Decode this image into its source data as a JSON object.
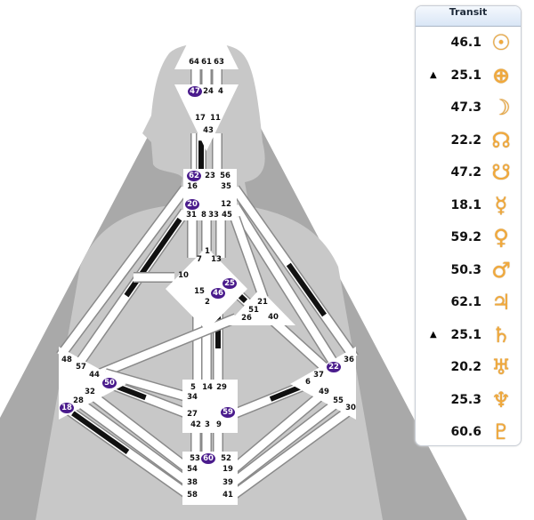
{
  "colors": {
    "active_gate": "#4a1b8c",
    "glyph": "#f2a93b",
    "defined_channel": "#111111"
  },
  "gates": {
    "64": {
      "label": "64",
      "active": false
    },
    "61": {
      "label": "61",
      "active": false
    },
    "63": {
      "label": "63",
      "active": false
    },
    "47": {
      "label": "47",
      "active": true
    },
    "24": {
      "label": "24",
      "active": false
    },
    "4": {
      "label": "4",
      "active": false
    },
    "17": {
      "label": "17",
      "active": false
    },
    "11": {
      "label": "11",
      "active": false
    },
    "43": {
      "label": "43",
      "active": false
    },
    "62": {
      "label": "62",
      "active": true
    },
    "23": {
      "label": "23",
      "active": false
    },
    "56": {
      "label": "56",
      "active": false
    },
    "16": {
      "label": "16",
      "active": false
    },
    "35": {
      "label": "35",
      "active": false
    },
    "20": {
      "label": "20",
      "active": true
    },
    "12": {
      "label": "12",
      "active": false
    },
    "31": {
      "label": "31",
      "active": false
    },
    "8": {
      "label": "8",
      "active": false
    },
    "33": {
      "label": "33",
      "active": false
    },
    "45": {
      "label": "45",
      "active": false
    },
    "1": {
      "label": "1",
      "active": false
    },
    "7": {
      "label": "7",
      "active": false
    },
    "13": {
      "label": "13",
      "active": false
    },
    "10": {
      "label": "10",
      "active": false
    },
    "15": {
      "label": "15",
      "active": false
    },
    "25": {
      "label": "25",
      "active": true
    },
    "46": {
      "label": "46",
      "active": true
    },
    "2": {
      "label": "2",
      "active": false
    },
    "21": {
      "label": "21",
      "active": false
    },
    "51": {
      "label": "51",
      "active": false
    },
    "26": {
      "label": "26",
      "active": false
    },
    "40": {
      "label": "40",
      "active": false
    },
    "48": {
      "label": "48",
      "active": false
    },
    "57": {
      "label": "57",
      "active": false
    },
    "44": {
      "label": "44",
      "active": false
    },
    "50": {
      "label": "50",
      "active": true
    },
    "32": {
      "label": "32",
      "active": false
    },
    "28": {
      "label": "28",
      "active": false
    },
    "18": {
      "label": "18",
      "active": true
    },
    "36": {
      "label": "36",
      "active": false
    },
    "22": {
      "label": "22",
      "active": true
    },
    "37": {
      "label": "37",
      "active": false
    },
    "6": {
      "label": "6",
      "active": false
    },
    "49": {
      "label": "49",
      "active": false
    },
    "55": {
      "label": "55",
      "active": false
    },
    "30": {
      "label": "30",
      "active": false
    },
    "5": {
      "label": "5",
      "active": false
    },
    "14": {
      "label": "14",
      "active": false
    },
    "29": {
      "label": "29",
      "active": false
    },
    "34": {
      "label": "34",
      "active": false
    },
    "27": {
      "label": "27",
      "active": false
    },
    "59": {
      "label": "59",
      "active": true
    },
    "42": {
      "label": "42",
      "active": false
    },
    "3": {
      "label": "3",
      "active": false
    },
    "9": {
      "label": "9",
      "active": false
    },
    "53": {
      "label": "53",
      "active": false
    },
    "60": {
      "label": "60",
      "active": true
    },
    "52": {
      "label": "52",
      "active": false
    },
    "54": {
      "label": "54",
      "active": false
    },
    "19": {
      "label": "19",
      "active": false
    },
    "38": {
      "label": "38",
      "active": false
    },
    "39": {
      "label": "39",
      "active": false
    },
    "58": {
      "label": "58",
      "active": false
    },
    "41": {
      "label": "41",
      "active": false
    }
  },
  "transit": {
    "title": "Transit",
    "rows": [
      {
        "mark": "",
        "value": "46.1",
        "planet": "sun-icon",
        "glyph": "☉"
      },
      {
        "mark": "▲",
        "value": "25.1",
        "planet": "earth-icon",
        "glyph": "⊕"
      },
      {
        "mark": "",
        "value": "47.3",
        "planet": "moon-icon",
        "glyph": "☽"
      },
      {
        "mark": "",
        "value": "22.2",
        "planet": "north-node-icon",
        "glyph": "☊"
      },
      {
        "mark": "",
        "value": "47.2",
        "planet": "south-node-icon",
        "glyph": "☋"
      },
      {
        "mark": "",
        "value": "18.1",
        "planet": "mercury-icon",
        "glyph": "☿"
      },
      {
        "mark": "",
        "value": "59.2",
        "planet": "venus-icon",
        "glyph": "♀"
      },
      {
        "mark": "",
        "value": "50.3",
        "planet": "mars-icon",
        "glyph": "♂"
      },
      {
        "mark": "",
        "value": "62.1",
        "planet": "jupiter-icon",
        "glyph": "♃"
      },
      {
        "mark": "▲",
        "value": "25.1",
        "planet": "saturn-icon",
        "glyph": "♄"
      },
      {
        "mark": "",
        "value": "20.2",
        "planet": "uranus-icon",
        "glyph": "♅"
      },
      {
        "mark": "",
        "value": "25.3",
        "planet": "neptune-icon",
        "glyph": "♆"
      },
      {
        "mark": "",
        "value": "60.6",
        "planet": "pluto-icon",
        "glyph": "♇"
      }
    ]
  }
}
